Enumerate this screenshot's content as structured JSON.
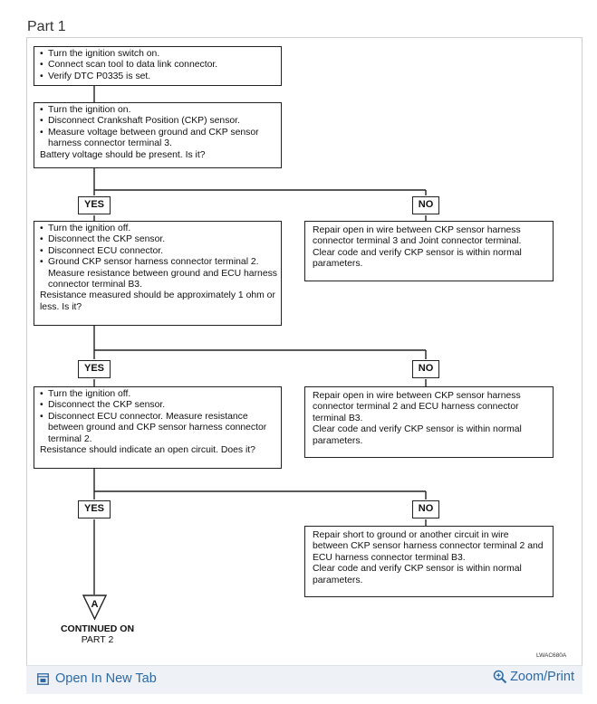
{
  "page_title": "Part 1",
  "boxes": {
    "step1": {
      "bullets": [
        "Turn the ignition switch on.",
        "Connect scan tool to data link connector.",
        "Verify DTC P0335 is set."
      ]
    },
    "step2": {
      "bullets": [
        "Turn the ignition on.",
        "Disconnect Crankshaft Position (CKP) sensor.",
        "Measure voltage between ground and CKP sensor harness connector terminal 3."
      ],
      "question": "Battery voltage should be present. Is it?"
    },
    "step3": {
      "bullets": [
        "Turn the ignition off.",
        "Disconnect the CKP sensor.",
        "Disconnect ECU connector.",
        "Ground CKP sensor harness connector terminal 2. Measure resistance between ground and ECU harness connector terminal B3."
      ],
      "question": "Resistance measured should be approximately 1 ohm or less. Is it?"
    },
    "step4": {
      "bullets": [
        "Turn the ignition off.",
        "Disconnect the CKP sensor.",
        "Disconnect ECU connector. Measure resistance between ground and CKP sensor harness connector terminal 2."
      ],
      "question": "Resistance should indicate an open circuit. Does it?"
    },
    "no1": {
      "lines": [
        "Repair open in wire between CKP sensor harness connector terminal 3 and Joint connector terminal.",
        "Clear code and verify CKP sensor is within normal parameters."
      ]
    },
    "no2": {
      "lines": [
        "Repair open in wire between CKP sensor harness connector terminal 2 and ECU harness connector terminal B3.",
        "Clear code and verify CKP sensor is within normal parameters."
      ]
    },
    "no3": {
      "lines": [
        "Repair short to ground or another circuit in wire between CKP sensor harness connector terminal 2 and ECU harness connector terminal B3.",
        "Clear code and verify CKP sensor is within normal parameters."
      ]
    }
  },
  "labels": {
    "yes": "YES",
    "no": "NO"
  },
  "connector": {
    "letter": "A",
    "line1": "CONTINUED ON",
    "line2": "PART 2"
  },
  "figure_code": "LWAC680A",
  "footer": {
    "open_new_tab": "Open In New Tab",
    "zoom_print": "Zoom/Print"
  },
  "colors": {
    "link": "#2d6aa3",
    "footer_bg": "#eef1f6"
  }
}
